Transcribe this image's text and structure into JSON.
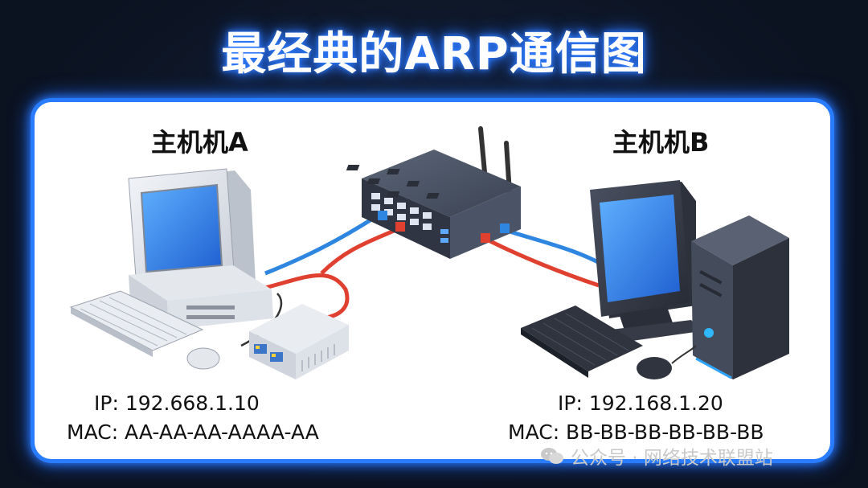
{
  "title": "最经典的ARP通信图",
  "host_a": {
    "label": "主机机A",
    "ip": "IP: 192.668.1.10",
    "mac": "MAC: AA-AA-AA-AAAA-AA"
  },
  "host_b": {
    "label": "主机机B",
    "ip": "IP: 192.168.1.20",
    "mac": "MAC: BB-BB-BB-BB-BB-BB"
  },
  "watermark": "公众号 · 网络技术联盟站",
  "colors": {
    "accent": "#2a7cff",
    "cable_blue": "#2f86e0",
    "cable_red": "#e0402f"
  },
  "icons": [
    "crt-monitor-icon",
    "desktop-tower-icon",
    "keyboard-icon",
    "mouse-icon",
    "network-switch-icon",
    "router-icon",
    "lcd-monitor-icon",
    "wechat-icon"
  ]
}
